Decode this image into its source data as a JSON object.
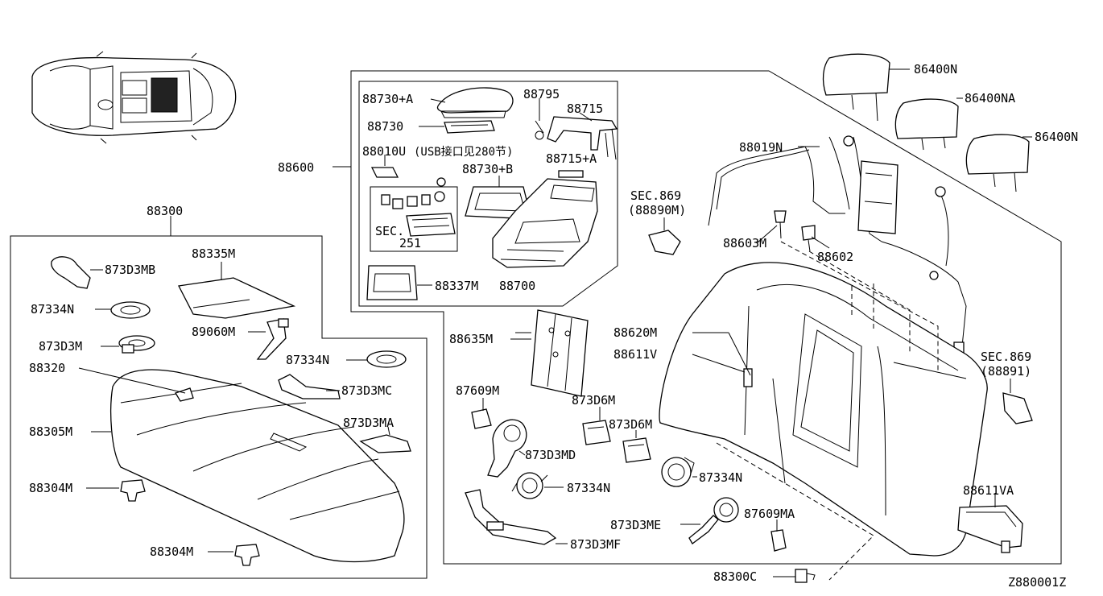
{
  "diagram_id": "Z880001Z",
  "labels": {
    "l86400N": "86400N",
    "l86400NA": "86400NA",
    "l86400N_b": "86400N",
    "l88019N": "88019N",
    "l88600": "88600",
    "l88730A": "88730+A",
    "l88795": "88795",
    "l88715": "88715",
    "l88730": "88730",
    "l88010U": "88010U",
    "usb_note": "(USB接口见280节)",
    "l88715A": "88715+A",
    "l88730B": "88730+B",
    "sec251_a": "SEC.",
    "sec251_b": "251",
    "l88337M": "88337M",
    "l88700": "88700",
    "sec869_a": "SEC.869",
    "sec869_a2": "(88890M)",
    "l88603M": "88603M",
    "l88602": "88602",
    "l88300": "88300",
    "l873D3MB": "873D3MB",
    "l88335M": "88335M",
    "l87334N_a": "87334N",
    "l89060M": "89060M",
    "l873D3M": "873D3M",
    "l87334N_b": "87334N",
    "l88320": "88320",
    "l873D3MC": "873D3MC",
    "l88305M": "88305M",
    "l873D3MA": "873D3MA",
    "l88304M_a": "88304M",
    "l88304M_b": "88304M",
    "l88635M": "88635M",
    "l88620M": "88620M",
    "l88611V": "88611V",
    "sec869_b": "SEC.869",
    "sec869_b2": "(88891)",
    "l87609M": "87609M",
    "l873D6M_a": "873D6M",
    "l873D6M_b": "873D6M",
    "l873D3MD": "873D3MD",
    "l87334N_c": "87334N",
    "l87334N_d": "87334N",
    "l88611VA": "88611VA",
    "l873D3ME": "873D3ME",
    "l87609MA": "87609MA",
    "l873D3MF": "873D3MF",
    "l88300C": "88300C"
  }
}
